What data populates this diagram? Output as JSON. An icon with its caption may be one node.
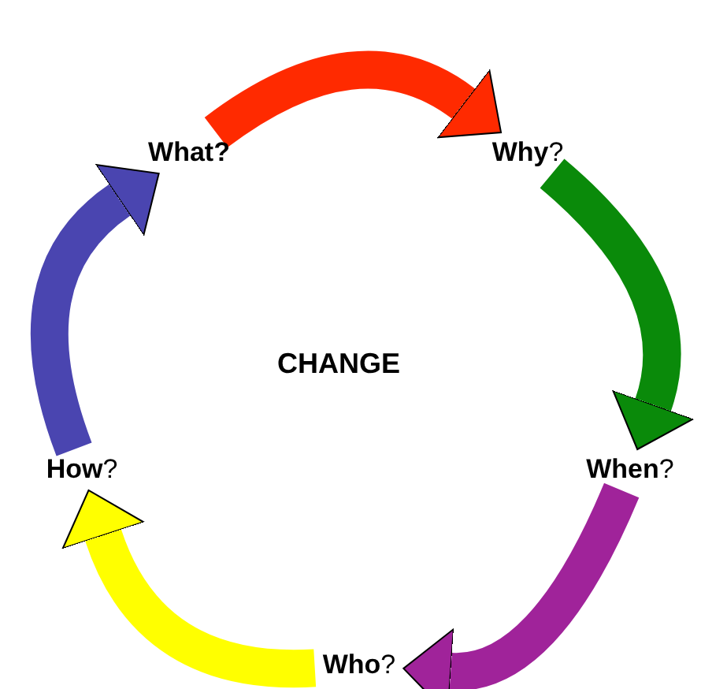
{
  "diagram": {
    "nodes": [
      {
        "text": [
          "What?"
        ]
      },
      {
        "text": [
          "**Why**?"
        ]
      },
      {
        "text": [
          "**When**?"
        ]
      },
      {
        "text": [
          "**Who**?"
        ]
      },
      {
        "text": [
          "**How**?"
        ]
      }
    ],
    "edges": [
      {
        "from": 0,
        "to": 1,
        "arrow": "to",
        "color": "#ff2a00"
      },
      {
        "from": 1,
        "to": 2,
        "arrow": "to",
        "color": "#0a8a0a"
      },
      {
        "from": 2,
        "to": 3,
        "arrow": "to",
        "color": "#a0239a"
      },
      {
        "from": 3,
        "to": 4,
        "arrow": "to",
        "color": "#ffff00"
      },
      {
        "from": 4,
        "to": 0,
        "arrow": "to",
        "color": "#4a45b0"
      }
    ],
    "labels": [
      "CHANGE"
    ]
  }
}
